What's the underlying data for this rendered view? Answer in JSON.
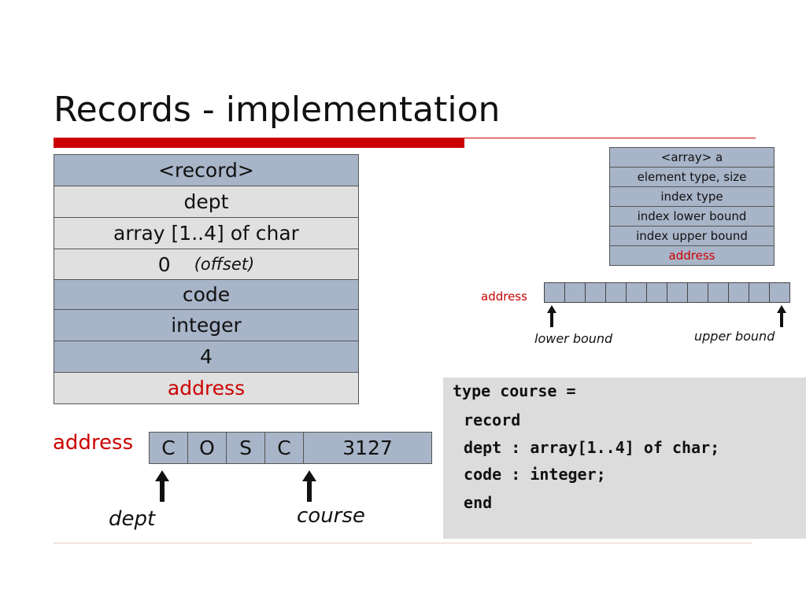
{
  "slide": {
    "title": "Records - implementation"
  },
  "colors": {
    "accent_red": "#cc0000",
    "row_blue": "#a8b4c8",
    "row_gray": "#e0e0e0",
    "code_bg": "#dcdcdc"
  },
  "record_table": {
    "header": "<record>",
    "field1_name": "dept",
    "field1_type": "array [1..4] of char",
    "field1_offset": "0",
    "field1_offset_note": "(offset)",
    "field2_name": "code",
    "field2_type": "integer",
    "field2_offset": "4",
    "address": "address"
  },
  "array_descriptor": {
    "rows": [
      {
        "label": "<array> a",
        "kind": "blue"
      },
      {
        "label": "element type, size",
        "kind": "blue"
      },
      {
        "label": "index type",
        "kind": "blue"
      },
      {
        "label": "index lower bound",
        "kind": "blue"
      },
      {
        "label": "index upper bound",
        "kind": "blue"
      },
      {
        "label": "address",
        "kind": "address"
      }
    ],
    "strip_label": "address",
    "lower_bound_caption": "lower bound",
    "upper_bound_caption": "upper bound"
  },
  "memory_layout": {
    "label": "address",
    "cells": [
      "C",
      "O",
      "S",
      "C",
      "3127"
    ],
    "dept_caption": "dept",
    "course_caption": "course"
  },
  "code": {
    "lines": [
      "type course =",
      " record",
      " dept : array[1..4] of char;",
      " code : integer;",
      " end"
    ]
  }
}
